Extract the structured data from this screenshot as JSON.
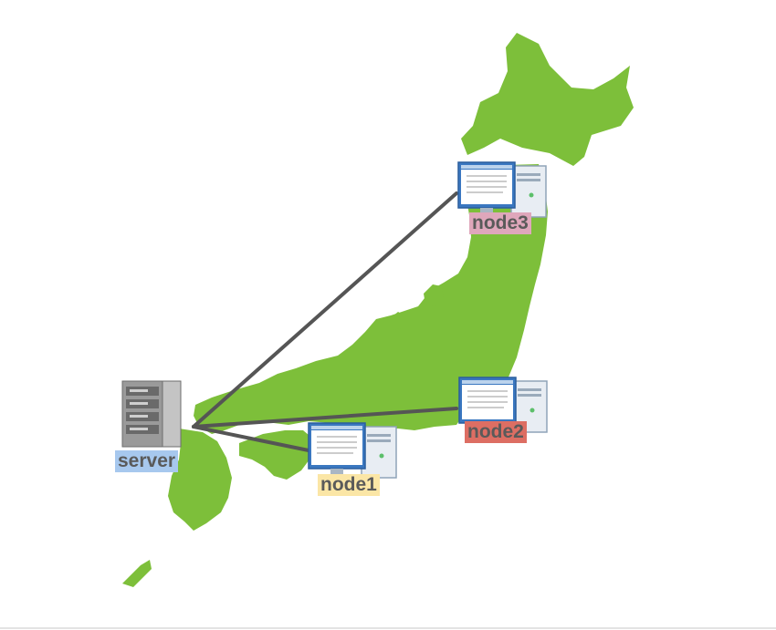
{
  "labels": {
    "server": "server",
    "node1": "node1",
    "node2": "node2",
    "node3": "node3"
  },
  "colors": {
    "land": "#7dbf3a",
    "land_shade": "#6aa92f",
    "link": "#555555",
    "server_label_bg": "#a7c8ee",
    "node1_label_bg": "#fbe6a6",
    "node2_label_bg": "#dd6e63",
    "node3_label_bg": "#dfa7bb"
  },
  "icons": {
    "server": "server-rack-icon",
    "node": "desktop-computer-icon"
  }
}
